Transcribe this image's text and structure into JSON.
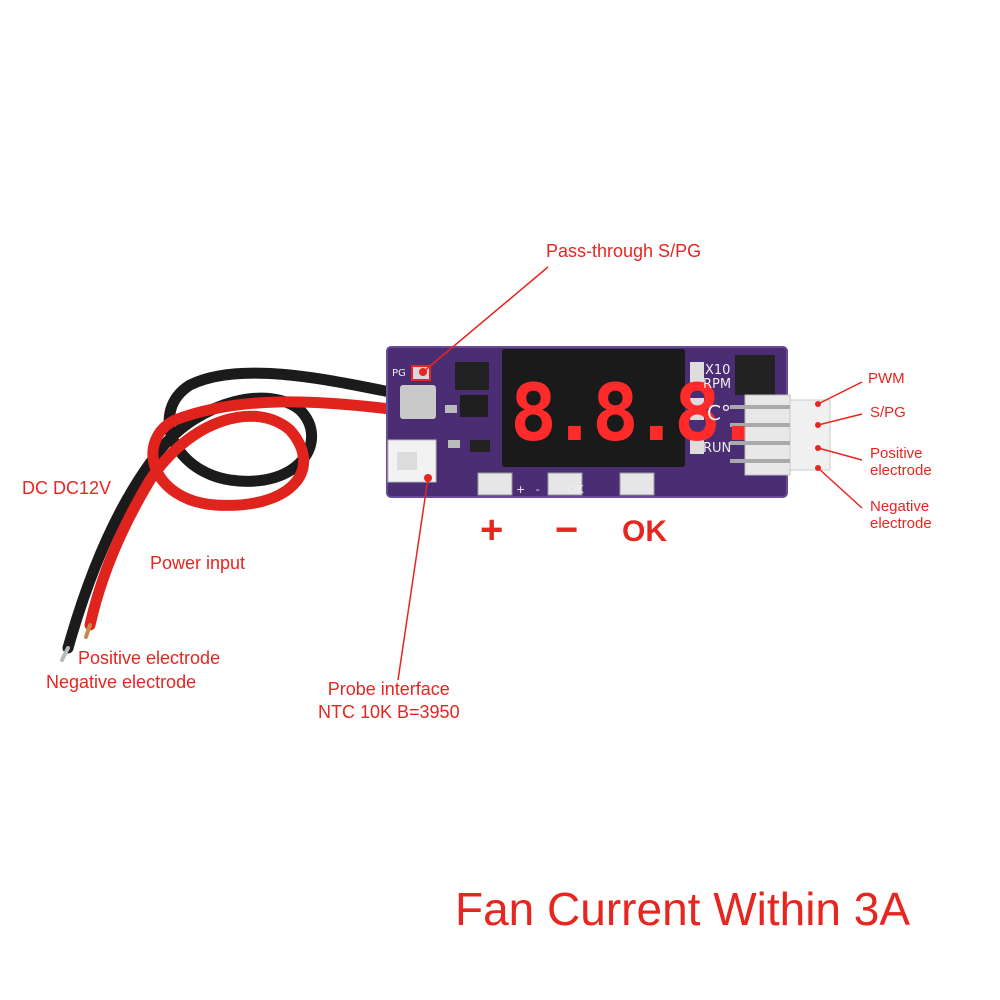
{
  "labels": {
    "pass_through": "Pass-through S/PG",
    "pwm": "PWM",
    "spg": "S/PG",
    "pos_right": "Positive\nelectrode",
    "neg_right": "Negative\nelectrode",
    "dc": "DC DC12V",
    "power_input": "Power input",
    "pos_left": "Positive electrode",
    "neg_left": "Negative electrode",
    "probe": "Probe interface\nNTC 10K B=3950"
  },
  "buttons": {
    "plus": "+",
    "minus": "−",
    "ok": "OK"
  },
  "board": {
    "display": "8.8.8.",
    "silk_x10": "X10",
    "silk_rpm": "RPM",
    "silk_c": "C°",
    "silk_run": "RUN",
    "silk_pg": "PG",
    "silk_btns": "+   -        OK"
  },
  "footer": "Fan Current Within 3A",
  "colors": {
    "accent": "#e8251f",
    "pcb": "#4a2d72",
    "digit": "#ff2b2b"
  }
}
